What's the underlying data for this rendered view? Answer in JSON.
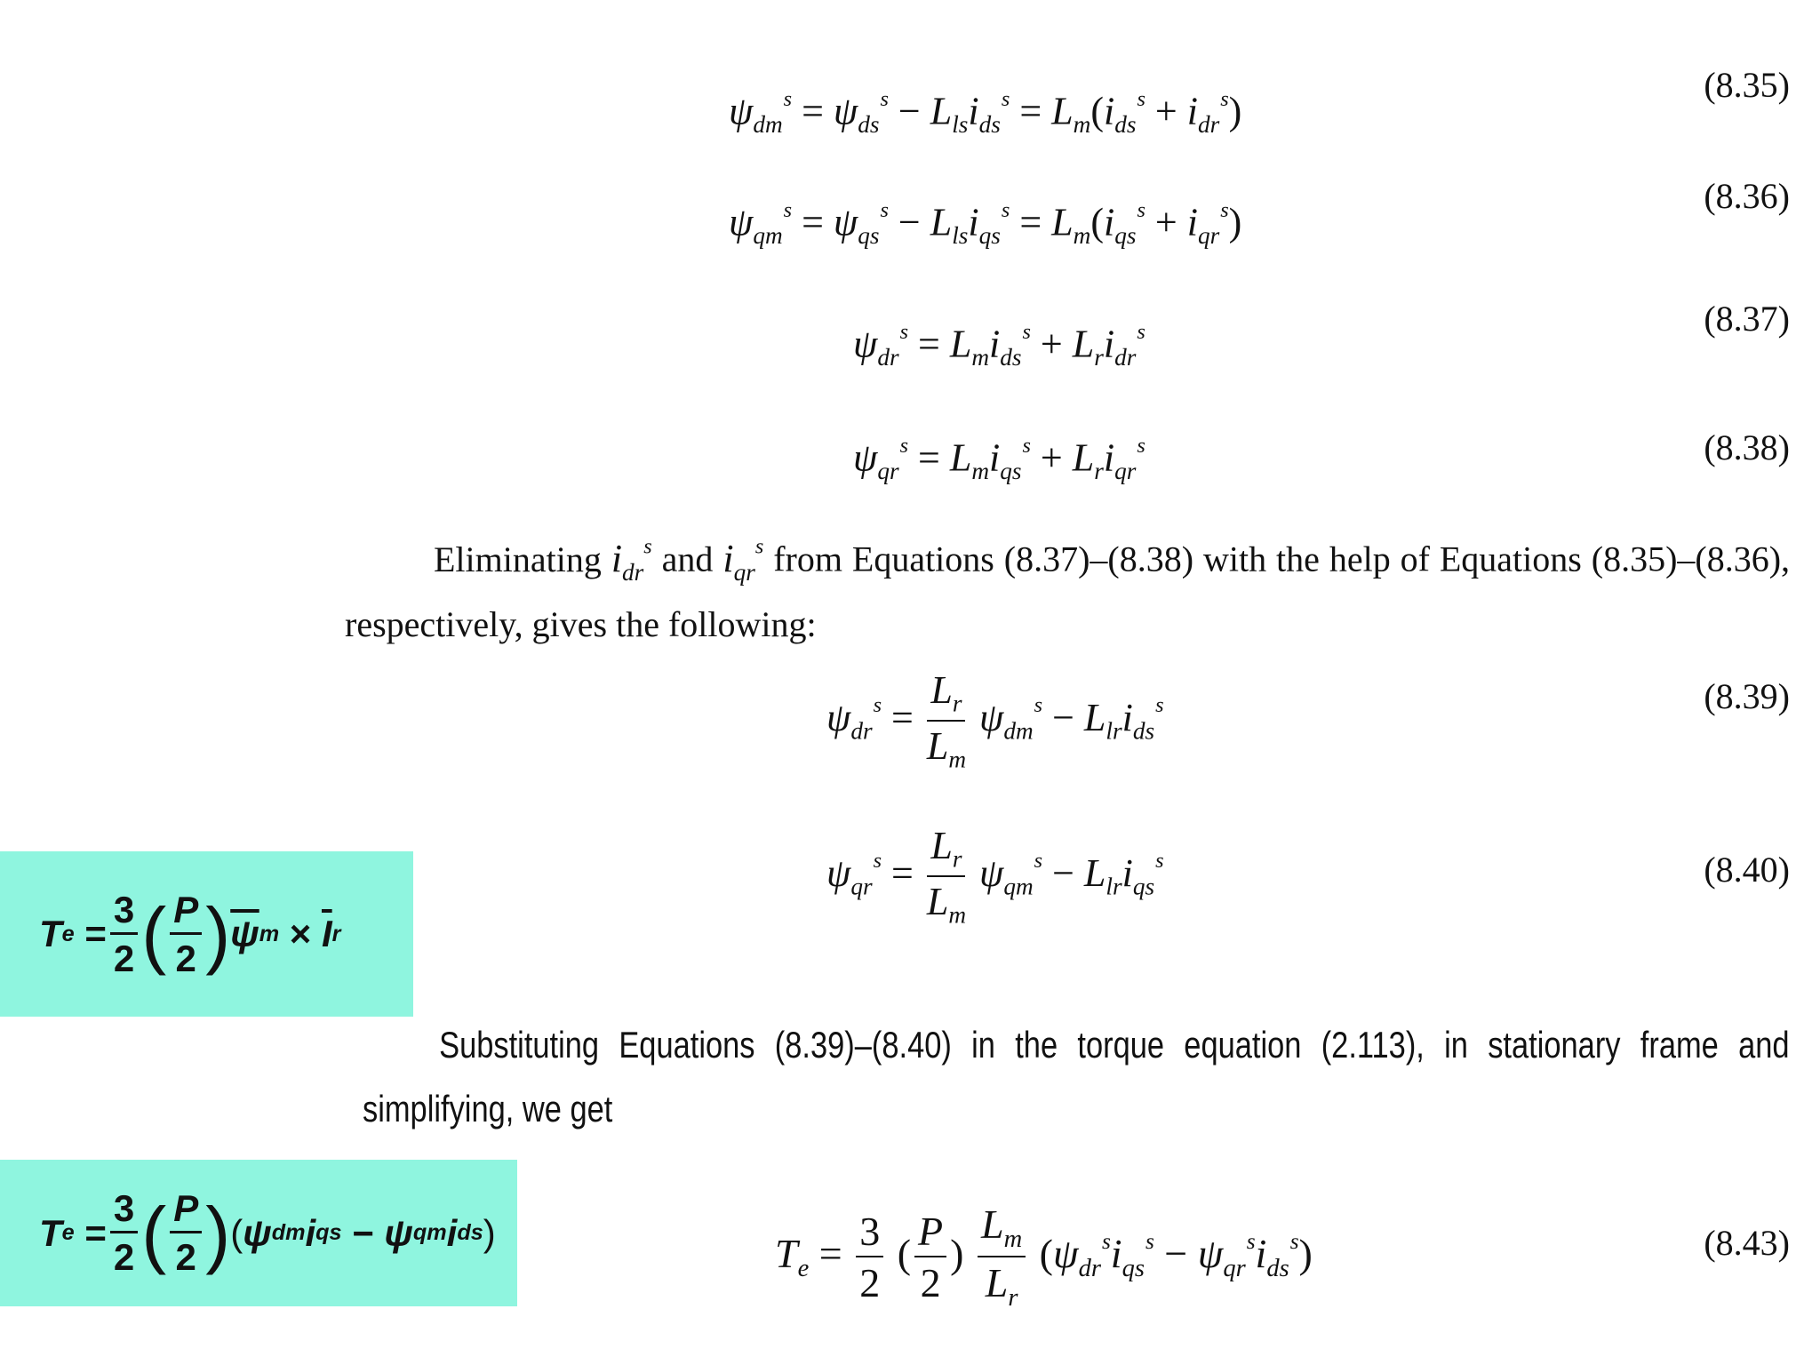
{
  "equations": {
    "eq835": {
      "number": "(8.35)"
    },
    "eq836": {
      "number": "(8.36)"
    },
    "eq837": {
      "number": "(8.37)"
    },
    "eq838": {
      "number": "(8.38)"
    },
    "eq839": {
      "number": "(8.39)"
    },
    "eq840": {
      "number": "(8.40)"
    },
    "eq843": {
      "number": "(8.43)"
    }
  },
  "paragraphs": {
    "eliminating": {
      "part1": "Eliminating",
      "part2": "and",
      "part3": "from Equations (8.37)–(8.38) with the help of Equations (8.35)–(8.36), respectively, gives the following:"
    },
    "substituting": {
      "text": "Substituting Equations (8.39)–(8.40) in the torque equation (2.113), in stationary frame and simplifying, we get"
    }
  },
  "highlight_colors": {
    "box": "#8ff5df"
  }
}
